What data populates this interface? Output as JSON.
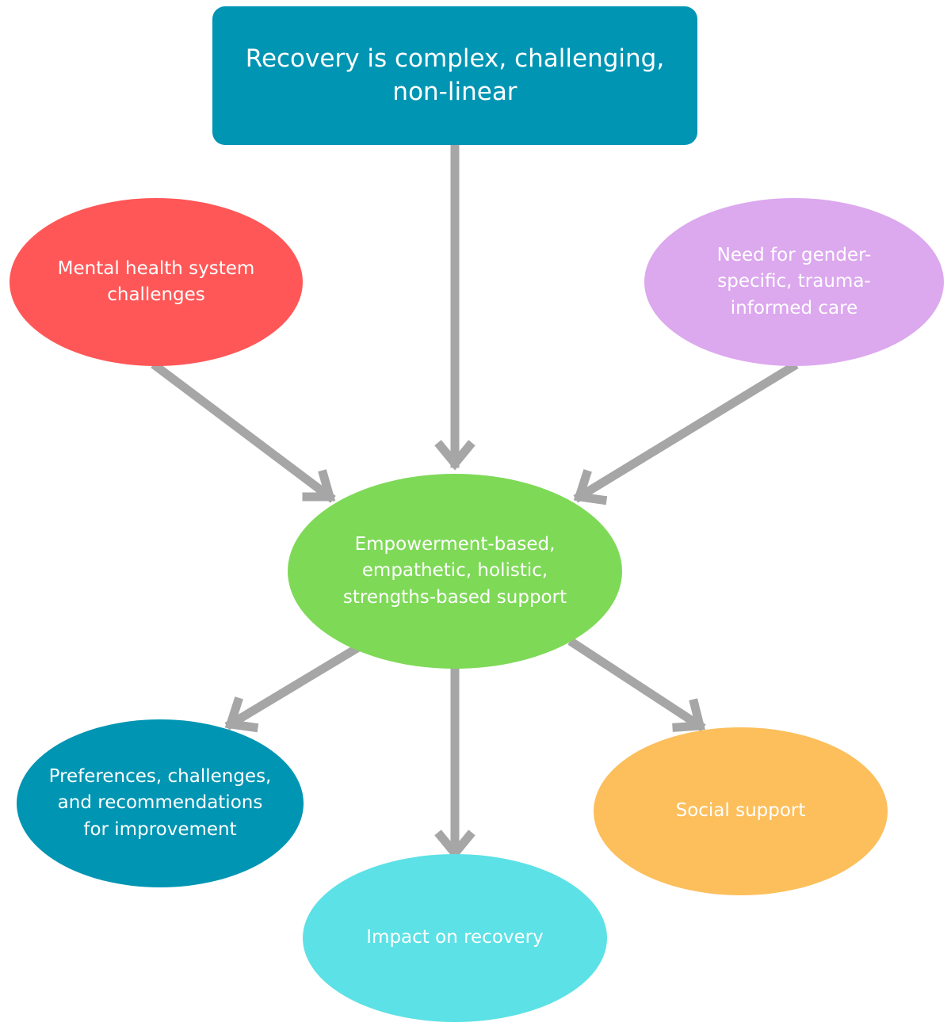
{
  "diagram": {
    "top_box": {
      "label": "Recovery is complex, challenging, non-linear",
      "color": "#0095b3"
    },
    "mental_health": {
      "label": "Mental health system challenges",
      "color": "#ff5757"
    },
    "gender_specific": {
      "label": "Need for gender-specific, trauma-informed care",
      "color": "#dca8ee"
    },
    "center": {
      "label": "Empowerment-based, empathetic, holistic, strengths-based support",
      "color": "#7ed957"
    },
    "preferences": {
      "label": "Preferences, challenges, and recommendations for improvement",
      "color": "#0095b3"
    },
    "social_support": {
      "label": "Social support",
      "color": "#fcbf5c"
    },
    "impact": {
      "label": "Impact on recovery",
      "color": "#5ce1e6"
    },
    "arrow_color": "#a6a6a6"
  }
}
